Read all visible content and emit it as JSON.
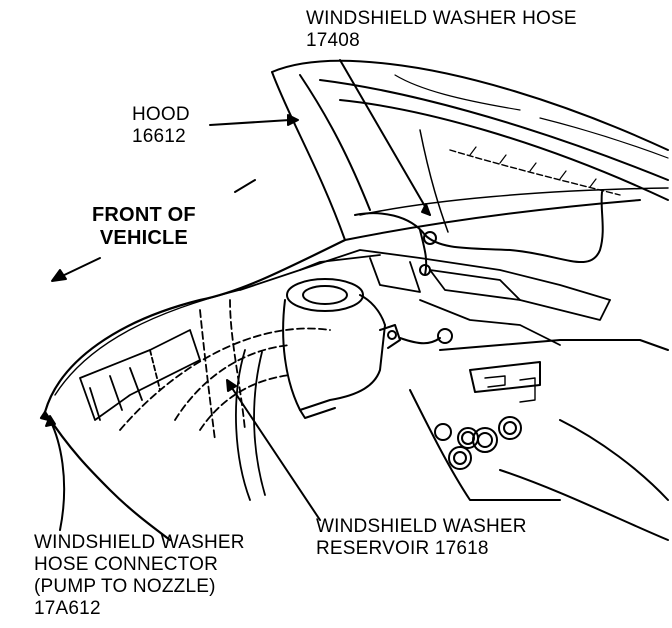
{
  "labels": {
    "washer_hose": {
      "line1": "WINDSHIELD WASHER HOSE",
      "line2": "17408"
    },
    "hood": {
      "line1": "HOOD",
      "line2": "16612"
    },
    "front": {
      "line1": "FRONT OF",
      "line2": "VEHICLE"
    },
    "connector": {
      "line1": "WINDSHIELD WASHER",
      "line2": "HOSE CONNECTOR",
      "line3": "(PUMP TO NOZZLE)",
      "line4": "17A612"
    },
    "reservoir": {
      "line1": "WINDSHIELD WASHER",
      "line2": "RESERVOIR 17618"
    }
  },
  "colors": {
    "ink": "#000000",
    "paper": "#ffffff"
  }
}
